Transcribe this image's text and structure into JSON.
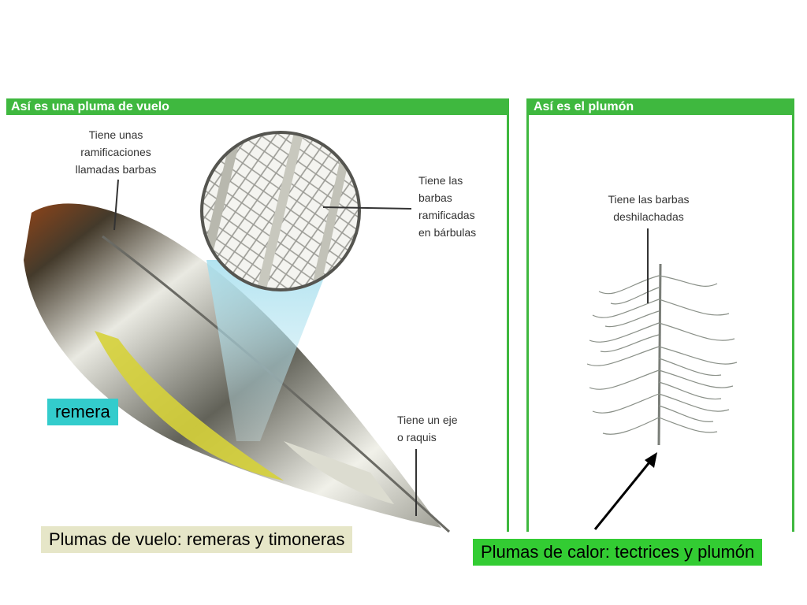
{
  "panels": {
    "flight": {
      "title": "Así es una pluma de vuelo"
    },
    "down": {
      "title": "Así es el plumón"
    }
  },
  "annotations": {
    "barbas": [
      "Tiene unas",
      "ramificaciones",
      "llamadas barbas"
    ],
    "barbulas": [
      "Tiene las",
      "barbas",
      "ramificadas",
      "en bárbulas"
    ],
    "raquis": [
      "Tiene un eje",
      "o raquis"
    ],
    "deshilachadas": [
      "Tiene las barbas",
      "deshilachadas"
    ]
  },
  "labels": {
    "remera": "remera",
    "flight_caption": "Plumas de vuelo: remeras y timoneras",
    "warm_caption": "Plumas de calor: tectrices y plumón"
  },
  "colors": {
    "header_green": "#3fb83f",
    "remera_box": "#33cccc",
    "caption_box": "#e6e6c8",
    "warm_box": "#33cc33"
  }
}
